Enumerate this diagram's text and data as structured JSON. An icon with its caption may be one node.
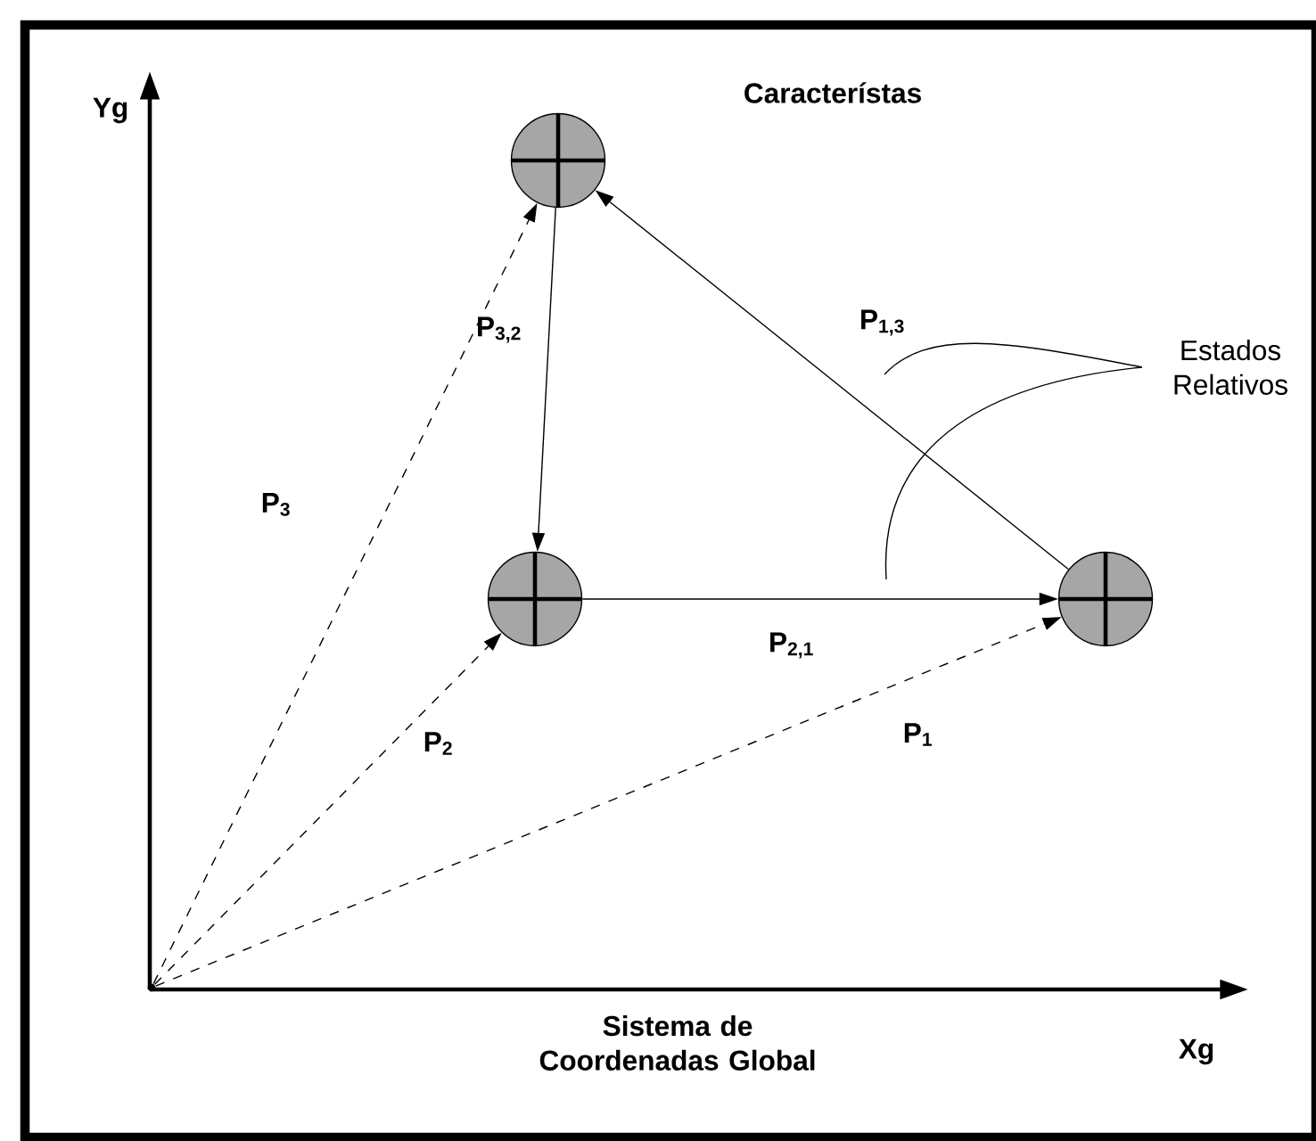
{
  "diagram": {
    "nodes": [
      {
        "text": [],
        "shape": "circle"
      },
      {
        "text": [],
        "shape": "circle"
      },
      {
        "text": [],
        "shape": "circle"
      },
      {
        "text": [
          "Estados Relativos"
        ]
      },
      {
        "text": [],
        "shape": "point"
      }
    ],
    "edges": [
      {
        "from": 4,
        "to": 0,
        "arrow": "to",
        "style": "dashed",
        "label": "P$_{3}$"
      },
      {
        "from": 4,
        "to": 1,
        "arrow": "to",
        "style": "dashed",
        "label": "P$_{2}$"
      },
      {
        "from": 4,
        "to": 2,
        "arrow": "to",
        "style": "dashed",
        "label": "P$_{1}$"
      },
      {
        "from": 0,
        "to": 1,
        "arrow": "to",
        "label": "P$_{3,2}$"
      },
      {
        "from": 1,
        "to": 2,
        "arrow": "to",
        "label": "P$_{2,1}$"
      },
      {
        "from": 2,
        "to": 0,
        "arrow": "to",
        "label": "P$_{1,3}$"
      },
      {
        "from": 3,
        "to": null,
        "arrow": "none"
      },
      {
        "from": 3,
        "to": null,
        "arrow": "none"
      }
    ],
    "labels": [
      "Yg",
      "Característas",
      "Sistema de Coordenadas Global",
      "Xg"
    ]
  }
}
